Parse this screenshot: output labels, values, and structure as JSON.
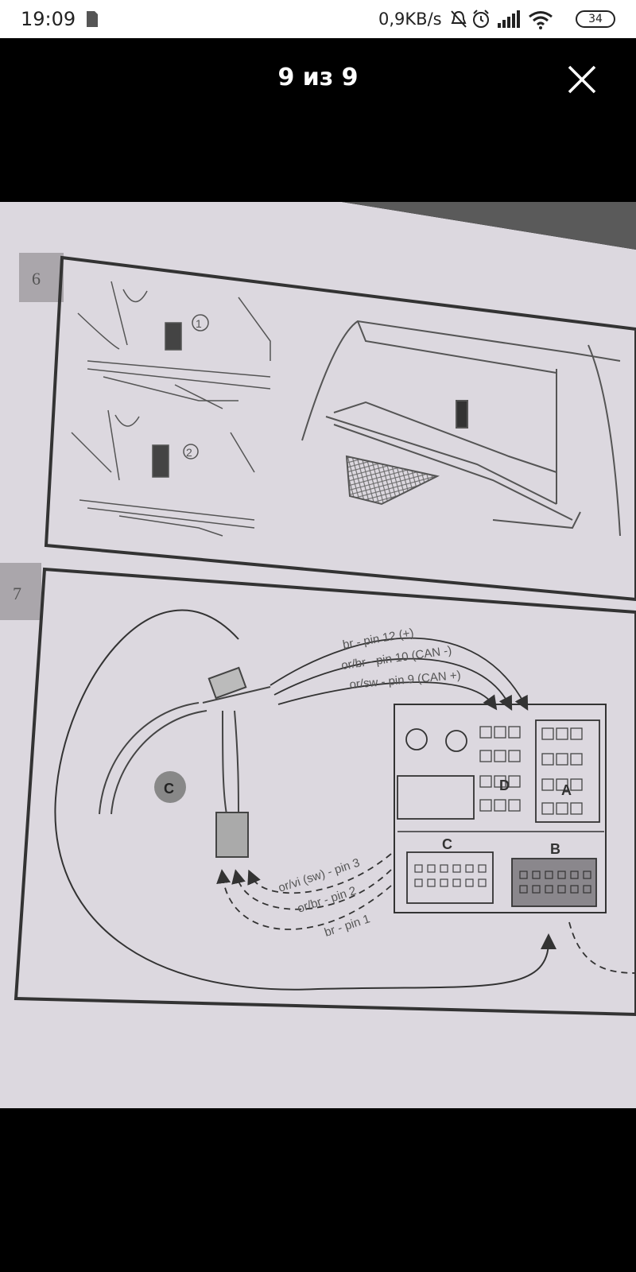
{
  "status_bar": {
    "time": "19:09",
    "network_speed": "0,9KB/s",
    "battery_level": "34",
    "icons": [
      "sim-card-icon",
      "mute-icon",
      "alarm-icon",
      "signal-icon",
      "wifi-icon",
      "battery-icon"
    ]
  },
  "viewer": {
    "title": "9 из 9",
    "close_icon": "close-icon"
  },
  "photo": {
    "step_6": {
      "number": "6",
      "callout_1": "1",
      "callout_2": "2"
    },
    "step_7": {
      "number": "7",
      "connector_badge": "C",
      "block_labels": {
        "a": "A",
        "b": "B",
        "c": "C",
        "d": "D"
      },
      "wires_upper": [
        "br - pin 12 (+)",
        "or/br - pin 10 (CAN -)",
        "or/sw - pin 9 (CAN +)"
      ],
      "wires_lower": [
        "or/vi (sw) - pin 3",
        "or/br - pin 2",
        "br - pin 1"
      ]
    }
  }
}
